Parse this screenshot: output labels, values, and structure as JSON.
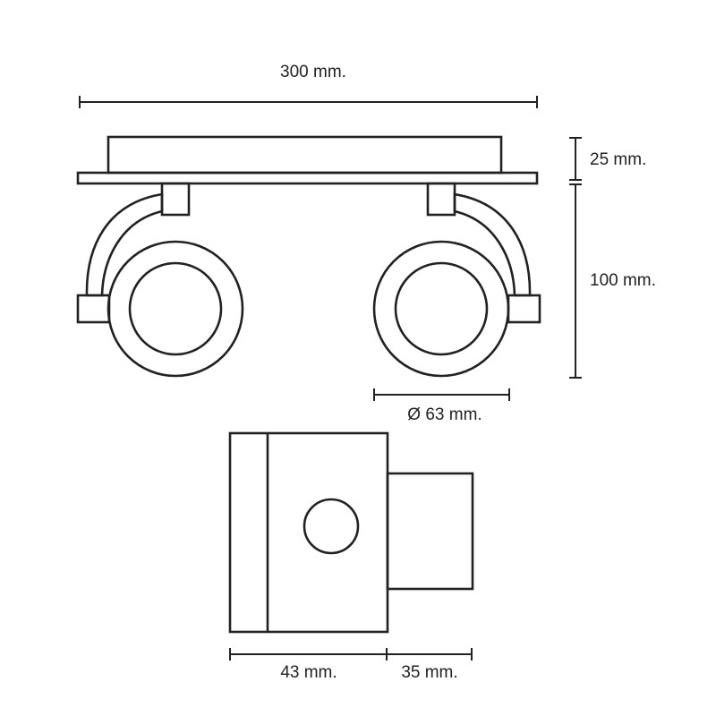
{
  "dimensions": {
    "width_label": "300 mm.",
    "plate_height_label": "25 mm.",
    "head_height_label": "100 mm.",
    "lens_diameter_label": "Ø 63 mm.",
    "body_depth_label": "43 mm.",
    "cap_depth_label": "35 mm."
  },
  "colors": {
    "line": "#222222",
    "background": "#ffffff"
  }
}
